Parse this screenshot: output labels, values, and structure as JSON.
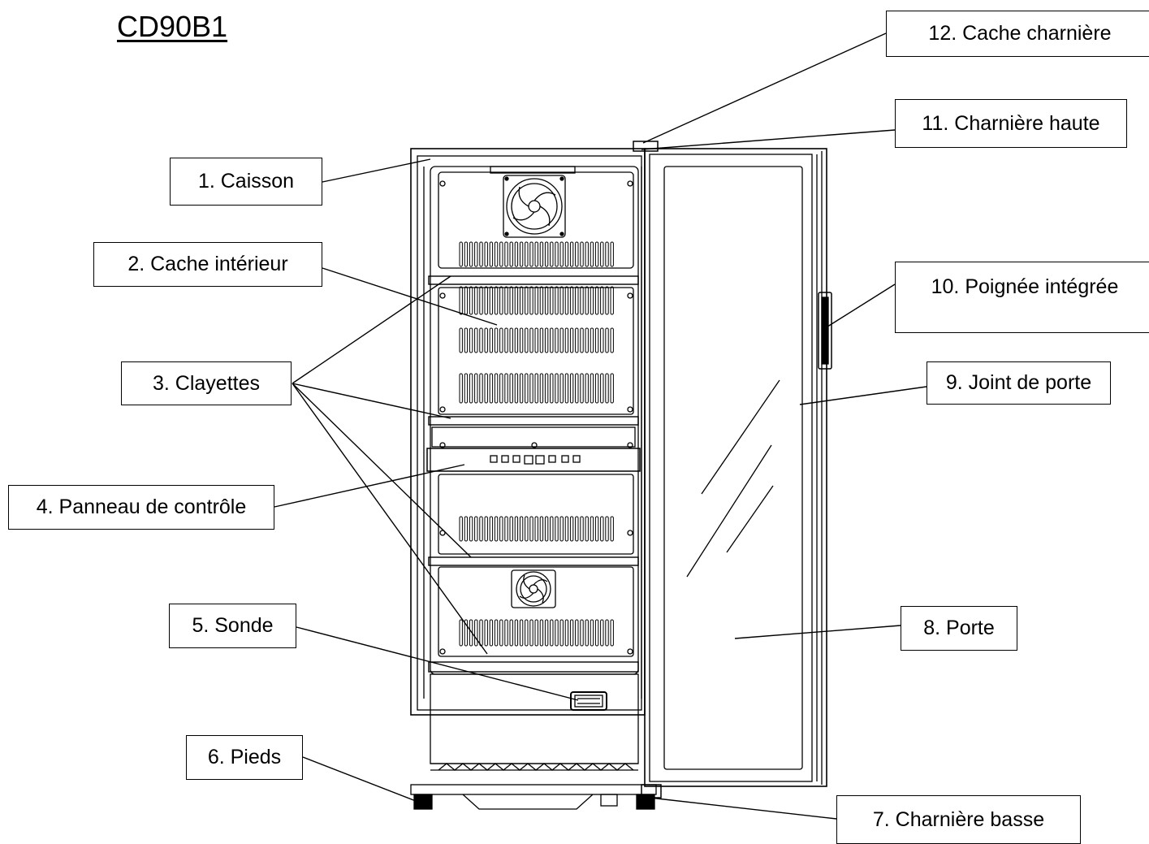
{
  "title": "CD90B1",
  "callouts": {
    "caisson": "1. Caisson",
    "cache_interieur": "2. Cache intérieur",
    "clayettes": "3. Clayettes",
    "panneau_controle": "4. Panneau de contrôle",
    "sonde": "5. Sonde",
    "pieds": "6.  Pieds",
    "charniere_basse": "7. Charnière basse",
    "porte": "8. Porte",
    "joint_porte": "9. Joint de porte",
    "poignee": "10. Poignée intégrée",
    "charniere_haute": "11. Charnière haute",
    "cache_charniere": "12. Cache charnière"
  },
  "colors": {
    "line": "#000000",
    "background": "#ffffff"
  }
}
